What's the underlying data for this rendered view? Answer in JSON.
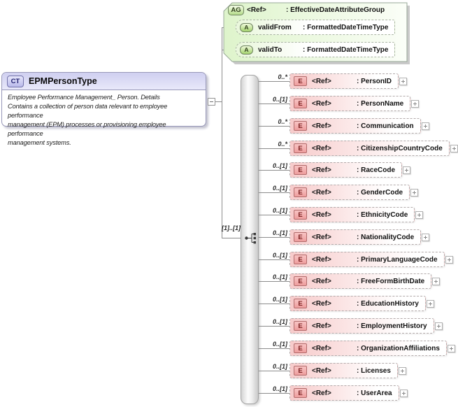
{
  "diagram_type": "xml-schema-diagram",
  "attribute_group": {
    "badge": "AG",
    "ref_label": "<Ref>",
    "name": ": EffectiveDateAttributeGroup",
    "attributes": [
      {
        "badge": "A",
        "name": "validFrom",
        "type": ": FormattedDateTimeType"
      },
      {
        "badge": "A",
        "name": "validTo",
        "type": ": FormattedDateTimeType"
      }
    ]
  },
  "complex_type": {
    "badge": "CT",
    "title": "EPMPersonType",
    "description": "Employee Performance Management_ Person. Details\nContains a collection of person data relevant to employee performance\nmanagement (EPM) processes or provisioning employee performance\nmanagement systems."
  },
  "sequence": {
    "cardinality": "[1]..[1]"
  },
  "elements": [
    {
      "cardinality": "0..*",
      "badge": "E",
      "ref": "<Ref>",
      "name": ": PersonID"
    },
    {
      "cardinality": "0..[1]",
      "badge": "E",
      "ref": "<Ref>",
      "name": ": PersonName"
    },
    {
      "cardinality": "0..*",
      "badge": "E",
      "ref": "<Ref>",
      "name": ": Communication"
    },
    {
      "cardinality": "0..*",
      "badge": "E",
      "ref": "<Ref>",
      "name": ": CitizenshipCountryCode"
    },
    {
      "cardinality": "0..[1]",
      "badge": "E",
      "ref": "<Ref>",
      "name": ": RaceCode"
    },
    {
      "cardinality": "0..[1]",
      "badge": "E",
      "ref": "<Ref>",
      "name": ": GenderCode"
    },
    {
      "cardinality": "0..[1]",
      "badge": "E",
      "ref": "<Ref>",
      "name": ": EthnicityCode"
    },
    {
      "cardinality": "0..[1]",
      "badge": "E",
      "ref": "<Ref>",
      "name": ": NationalityCode"
    },
    {
      "cardinality": "0..[1]",
      "badge": "E",
      "ref": "<Ref>",
      "name": ": PrimaryLanguageCode"
    },
    {
      "cardinality": "0..[1]",
      "badge": "E",
      "ref": "<Ref>",
      "name": ": FreeFormBirthDate"
    },
    {
      "cardinality": "0..[1]",
      "badge": "E",
      "ref": "<Ref>",
      "name": ": EducationHistory"
    },
    {
      "cardinality": "0..[1]",
      "badge": "E",
      "ref": "<Ref>",
      "name": ": EmploymentHistory"
    },
    {
      "cardinality": "0..[1]",
      "badge": "E",
      "ref": "<Ref>",
      "name": ": OrganizationAffiliations"
    },
    {
      "cardinality": "0..[1]",
      "badge": "E",
      "ref": "<Ref>",
      "name": ": Licenses"
    },
    {
      "cardinality": "0..[1]",
      "badge": "E",
      "ref": "<Ref>",
      "name": ": UserArea"
    }
  ],
  "colors": {
    "element_fill": "#f7cbcb",
    "element_badge_border": "#b26b6b",
    "attribute_group_fill": "#def4cb",
    "attribute_badge_border": "#6f8560",
    "complex_type_header": "#cfcff0",
    "complex_type_badge_border": "#7272aa",
    "connector_line": "#8c8c8c"
  }
}
